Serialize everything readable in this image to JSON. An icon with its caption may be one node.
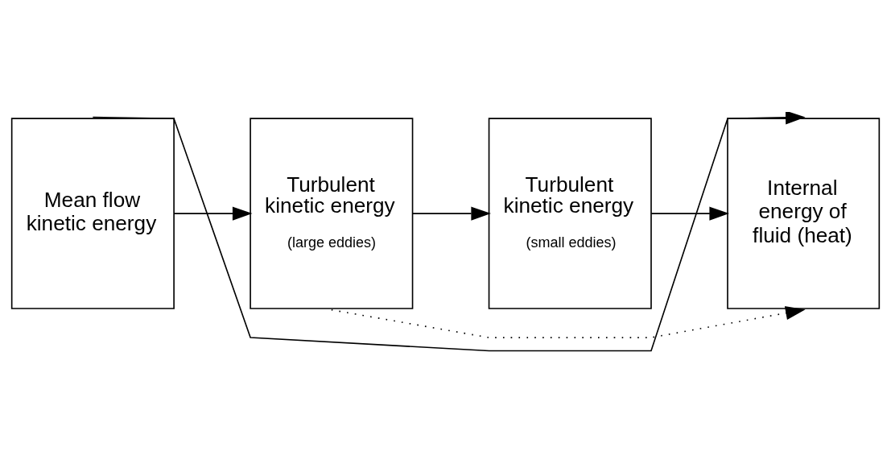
{
  "diagram": {
    "nodes": [
      {
        "text": [
          "Mean flow kinetic energy"
        ]
      },
      {
        "text": [
          "Turbulent kinetic energy",
          "(large eddies)"
        ]
      },
      {
        "text": [
          "Turbulent kinetic energy",
          "(small eddies)"
        ]
      },
      {
        "text": [
          "Internal energy of fluid (heat)"
        ]
      }
    ],
    "edges": [
      {
        "from": 0,
        "to": 1,
        "arrow": "to"
      },
      {
        "from": 1,
        "to": 2,
        "arrow": "to"
      },
      {
        "from": 2,
        "to": 3,
        "arrow": "to"
      },
      {
        "from": 0,
        "to": 3,
        "arrow": "to"
      },
      {
        "from": 1,
        "to": 3,
        "arrow": "to",
        "style": "dashed"
      }
    ]
  }
}
